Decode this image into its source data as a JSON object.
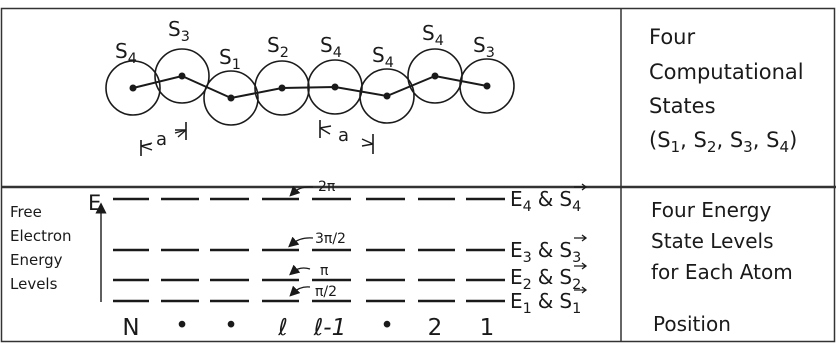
{
  "top_panel": {
    "atoms": [
      {
        "label": "S",
        "sub": "4"
      },
      {
        "label": "S",
        "sub": "3"
      },
      {
        "label": "S",
        "sub": "1"
      },
      {
        "label": "S",
        "sub": "2"
      },
      {
        "label": "S",
        "sub": "4"
      },
      {
        "label": "S",
        "sub": "4"
      },
      {
        "label": "S",
        "sub": "4"
      },
      {
        "label": "S",
        "sub": "3"
      }
    ],
    "spacing_label": "a",
    "caption": {
      "line1": "Four",
      "line2": "Computational",
      "line3": "States",
      "line4": {
        "open": "(S",
        "s1": "1",
        "c1": ", S",
        "s2": "2",
        "c2": ", S",
        "s3": "3",
        "c3": ", S",
        "s4": "4",
        "close": ")"
      }
    }
  },
  "bottom_panel": {
    "axis_label": "E",
    "free_electron_label": [
      "Free",
      "Electron",
      "Energy",
      "Levels"
    ],
    "transitions": [
      "2π",
      "3π/2",
      "π",
      "π/2"
    ],
    "levels": [
      {
        "e": "E",
        "n": "4",
        "amp": "&",
        "s": "S",
        "sn": "4"
      },
      {
        "e": "E",
        "n": "3",
        "amp": "&",
        "s": "S",
        "sn": "3"
      },
      {
        "e": "E",
        "n": "2",
        "amp": "&",
        "s": "S",
        "sn": "2"
      },
      {
        "e": "E",
        "n": "1",
        "amp": "&",
        "s": "S",
        "sn": "1"
      }
    ],
    "positions": [
      "N",
      "•",
      "•",
      "ℓ",
      "ℓ-1",
      "•",
      "2",
      "1"
    ],
    "caption": [
      "Four Energy",
      "State Levels",
      "for Each Atom"
    ],
    "position_label": "Position"
  }
}
